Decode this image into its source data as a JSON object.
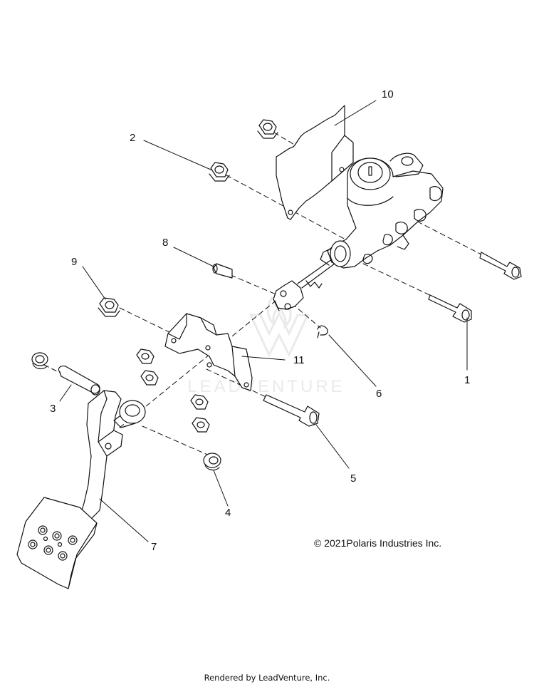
{
  "callouts": [
    {
      "label": "1"
    },
    {
      "label": "2"
    },
    {
      "label": "3"
    },
    {
      "label": "4"
    },
    {
      "label": "5"
    },
    {
      "label": "6"
    },
    {
      "label": "7"
    },
    {
      "label": "8"
    },
    {
      "label": "9"
    },
    {
      "label": "10"
    },
    {
      "label": "11"
    }
  ],
  "copyright": "© 2021Polaris Industries Inc.",
  "footer": "Rendered by LeadVenture, Inc.",
  "watermark": {
    "text": "LEADVENTURE",
    "color": "#d9d9d9"
  },
  "colors": {
    "line": "#111111",
    "background": "#ffffff"
  }
}
